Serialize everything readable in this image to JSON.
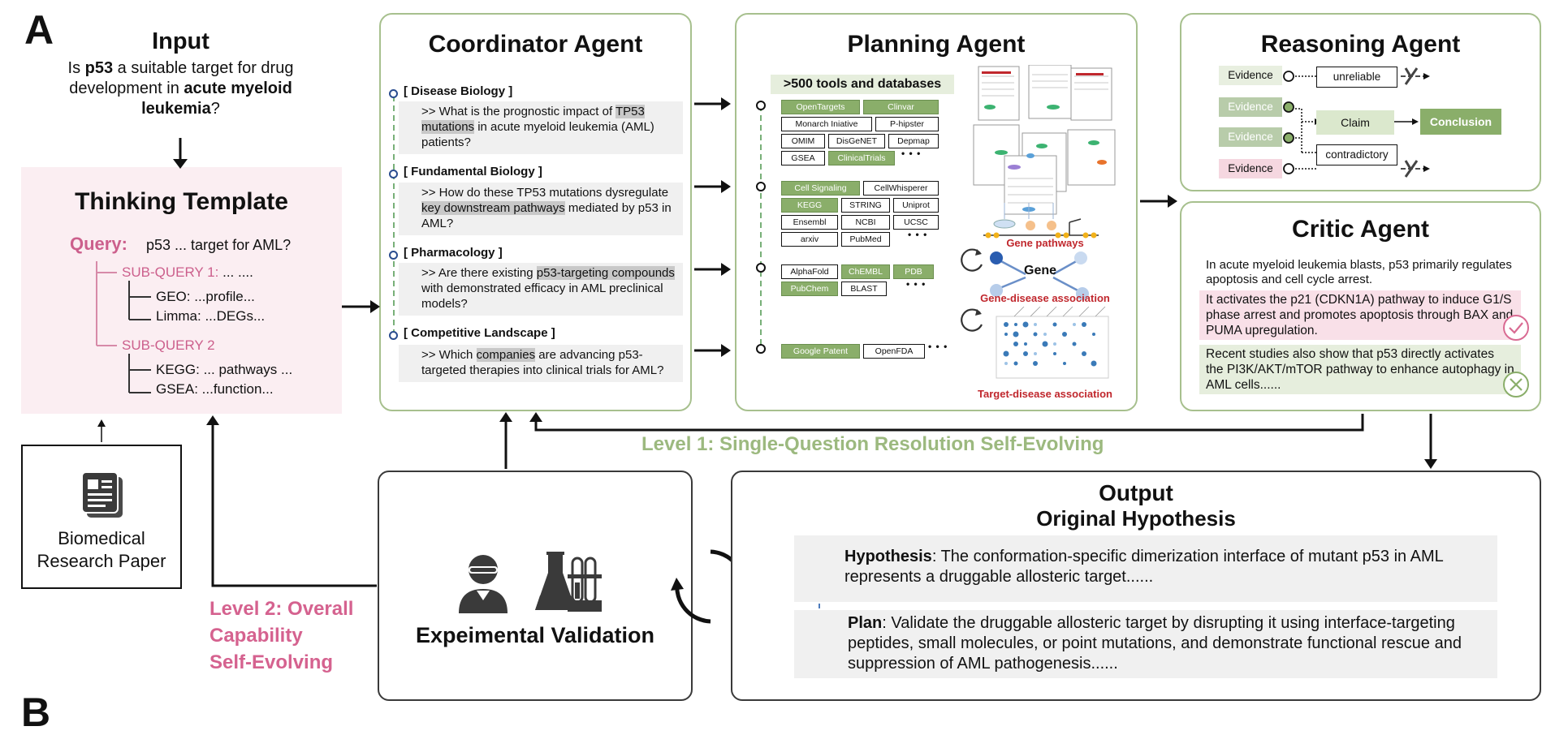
{
  "figure_label": "A",
  "figure_label_b": "B",
  "input": {
    "title": "Input",
    "q1": "Is ",
    "q2": "p53",
    "q3": " a suitable target for drug",
    "q4": "development in ",
    "q5": "acute myeloid",
    "q6": "leukemia",
    "q7": "?"
  },
  "template": {
    "title": "Thinking Template",
    "query_label": "Query:",
    "query_text": "p53 ... target for AML?",
    "sub1_label": "SUB-QUERY 1:",
    "sub1_dots": "... ....",
    "geo": "GEO: ...profile...",
    "limma": "Limma: ...DEGs...",
    "sub2_label": "SUB-QUERY 2",
    "kegg": "KEGG: ... pathways ...",
    "gsea": "GSEA: ...function..."
  },
  "paper": {
    "line1": "Biomedical",
    "line2": "Research Paper",
    "icon": "document-icon"
  },
  "coordinator": {
    "title": "Coordinator Agent",
    "items": [
      {
        "head": "[ Disease Biology ]",
        "a": ">> What is the  prognostic impact of ",
        "h": "TP53",
        "b": "",
        "h2": "mutations",
        "c": " in acute myeloid leukemia (AML)",
        "d": "patients?"
      },
      {
        "head": "[ Fundamental Biology ]",
        "a": ">> How do these TP53 mutations dysregulate",
        "h": "key downstream pathways",
        "b": " mediated by p53 in",
        "d": "AML?"
      },
      {
        "head": "[ Pharmacology ]",
        "a": ">> Are there existing ",
        "h": "p53-targeting compounds",
        "b": "with demonstrated efficacy in AML preclinical",
        "d": "models?"
      },
      {
        "head": "[ Competitive Landscape ]",
        "a": ">> Which ",
        "h": "companies",
        "b": " are advancing p53-",
        "d": "targeted  therapies into clinical trials for AML?"
      }
    ]
  },
  "planning": {
    "title": "Planning Agent",
    "tools_header": ">500 tools and databases",
    "group1": [
      "OpenTargets",
      "Clinvar",
      "Monarch Iniative",
      "P-hipster",
      "OMIM",
      "DisGeNET",
      "Depmap",
      "GSEA",
      "ClinicalTrials"
    ],
    "group2": [
      "Cell Signaling",
      "CellWhisperer",
      "KEGG",
      "STRING",
      "Uniprot",
      "Ensembl",
      "NCBI",
      "UCSC",
      "arxiv",
      "PubMed"
    ],
    "group3": [
      "AlphaFold",
      "ChEMBL",
      "PDB",
      "PubChem",
      "BLAST"
    ],
    "group4": [
      "Google Patent",
      "OpenFDA"
    ],
    "ellipsis": "• • •",
    "gene_pathways": "Gene pathways",
    "gene": "Gene",
    "gene_disease": "Gene-disease association",
    "target_disease": "Target-disease association"
  },
  "reasoning": {
    "title": "Reasoning Agent",
    "evidence": "Evidence",
    "unreliable": "unreliable",
    "claim": "Claim",
    "conclusion": "Conclusion",
    "contradictory": "contradictory"
  },
  "critic": {
    "title": "Critic Agent",
    "p1": "In acute myeloid leukemia blasts, p53 primarily regulates apoptosis and cell cycle arrest.",
    "p2": "It activates the p21 (CDKN1A) pathway to induce G1/S phase arrest and promotes apoptosis through BAX and PUMA upregulation.",
    "p3": "Recent studies also show that p53 directly activates the PI3K/AKT/mTOR pathway to enhance autophagy in AML cells......",
    "check_icon": "check-circle-icon",
    "cross_icon": "x-circle-icon"
  },
  "level1": "Level 1: Single-Question Resolution Self-Evolving",
  "level2": {
    "l1": "Level 2: Overall",
    "l2": "Capability",
    "l3": "Self-Evolving"
  },
  "validation": {
    "title": "Expeimental Validation",
    "icons": [
      "scientist-icon",
      "flask-icon"
    ]
  },
  "output": {
    "title": "Output",
    "subtitle": "Original Hypothesis",
    "hyp_label": "Hypothesis",
    "hyp_text": ": The conformation-specific dimerization interface of mutant p53 in AML represents a druggable allosteric target......",
    "plan_label": "Plan",
    "plan_text": ": Validate the druggable allosteric target by disrupting it using interface-targeting peptides, small molecules, or point mutations, and demonstrate functional rescue and suppression of AML pathogenesis......"
  },
  "colors": {
    "green_border": "#a7c08e",
    "green_fill": "#8aae6a",
    "pink": "#cc5f8c",
    "pink_bg": "#fbeef2",
    "red": "#c0272d"
  }
}
